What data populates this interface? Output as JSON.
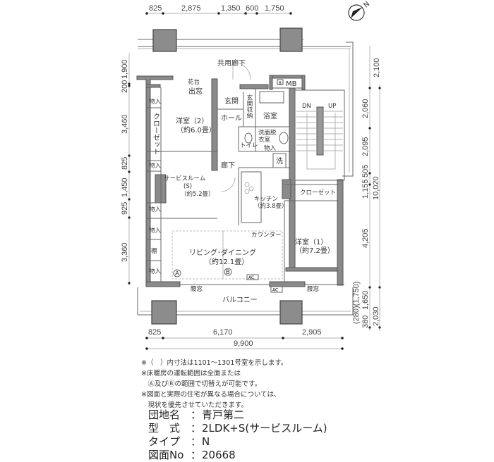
{
  "dimensions": {
    "top": [
      "825",
      "2,875",
      "1,350",
      "600",
      "1,750"
    ],
    "bottom": [
      "825",
      "6,170",
      "2,905"
    ],
    "bottom_total": "9,900",
    "left": [
      "1,900",
      "200",
      "3,460",
      "825",
      "1,450",
      "925",
      "3,360"
    ],
    "right_inner": [
      "2,100",
      "2,060",
      "2,095",
      "1,155",
      "505",
      "4,205",
      "(280)(1,750)",
      "1,650",
      "380"
    ],
    "right_outer": [
      "10,020",
      "2,030"
    ]
  },
  "compass": {
    "label": "N"
  },
  "rooms": {
    "common_corridor": "共用廊下",
    "flower_stand": "花台",
    "bay_window": "出窓",
    "mb": "MB",
    "mb_icon_label": "B",
    "western_room_2": "洋室（2）",
    "western_room_2_size": "（約6.0畳）",
    "closet_vertical": "クローゼット",
    "storage": "物入",
    "entrance": "玄関",
    "entrance_storage": "玄関収納",
    "hall": "ホール",
    "bathroom": "浴室",
    "toilet": "トイレ",
    "washroom": "洗面脱衣室",
    "washroom_storage": "物入",
    "washer": "洗",
    "hallway": "廊下",
    "service_room": "サービスルーム",
    "service_room_s": "(S)",
    "service_room_size": "（約5.2畳）",
    "kitchen": "キッチン",
    "kitchen_size": "（約3.8畳）",
    "closet": "クローゼット",
    "counter": "カウンター",
    "western_room_1": "洋室（1）",
    "western_room_1_size": "（約7.2畳）",
    "shelf": "棚",
    "living_dining": "リビング･ダイニング",
    "living_dining_size": "（約12.1畳）",
    "zone_a": "A",
    "zone_b": "B",
    "ac": "AC",
    "waist_window": "腰窓",
    "balcony": "バルコニー",
    "stair_down": "DN",
    "stair_up": "UP"
  },
  "notes": [
    "※（　）内寸法は1101〜1301号室を示します。",
    "※床暖房の運転範囲は全面または",
    "　Ⓐ及びⒷの範囲で切替えが可能です。",
    "※図面と実際の住宅が異なる場合については、",
    "　現状を優先させていただきます。"
  ],
  "info": {
    "complex_label": "団地名",
    "complex_value": "青戸第二",
    "type_label": "型　式",
    "type_value": "2LDK+S(サービスルーム)",
    "kind_label": "タイプ",
    "kind_value": "N",
    "drawing_label": "図面No",
    "drawing_value": "20668",
    "separator": "："
  }
}
